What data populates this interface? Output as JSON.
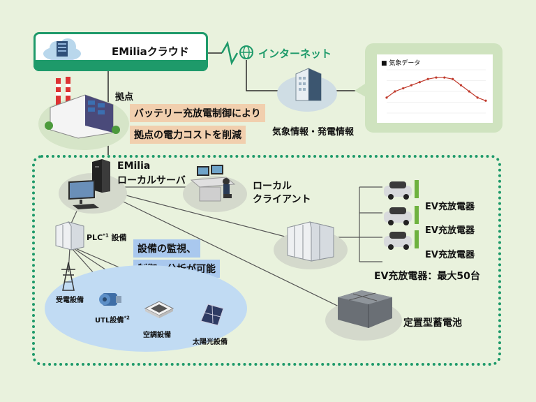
{
  "cloud": {
    "label": "EMiliaクラウド"
  },
  "internet": {
    "label": "インターネット"
  },
  "base": {
    "label": "拠点",
    "tag1": "バッテリー充放電制御により",
    "tag2": "拠点の電力コストを削減"
  },
  "weather": {
    "chart_title": "■ 気象データ",
    "caption": "気象情報・発電情報"
  },
  "chart_data": {
    "type": "line",
    "title": "■ 気象データ",
    "categories": [
      "",
      "",
      "",
      "",
      "",
      "",
      "",
      "",
      "",
      "",
      "",
      "",
      ""
    ],
    "values": [
      17,
      19,
      20,
      21,
      22,
      23,
      23.5,
      23.5,
      23,
      21,
      19,
      17,
      16
    ],
    "ylim": [
      12,
      26
    ],
    "grid": true
  },
  "server": {
    "line1": "EMilia",
    "line2": "ローカルサーバ"
  },
  "client": {
    "line1": "ローカル",
    "line2": "クライアント"
  },
  "plc": {
    "label": "PLC",
    "sup": "*1",
    "suffix": " 設備"
  },
  "monitor": {
    "line1": "設備の監視、",
    "line2": "制御、分析が可能"
  },
  "equipment": {
    "substation": "受電設備",
    "utl": "UTL設備",
    "utl_sup": "*2",
    "aircon": "空調設備",
    "solar": "太陽光設備"
  },
  "ev": {
    "items": [
      "EV充放電器",
      "EV充放電器",
      "EV充放電器"
    ],
    "summary": "EV充放電器：最大50台"
  },
  "battery": {
    "label": "定置型蓄電池"
  },
  "colors": {
    "green": "#1e9a6a",
    "background": "#e9f2dd",
    "tag_orange": "#f1cfae",
    "tag_blue": "#a9c8ee",
    "chart_line": "#c0392b"
  }
}
